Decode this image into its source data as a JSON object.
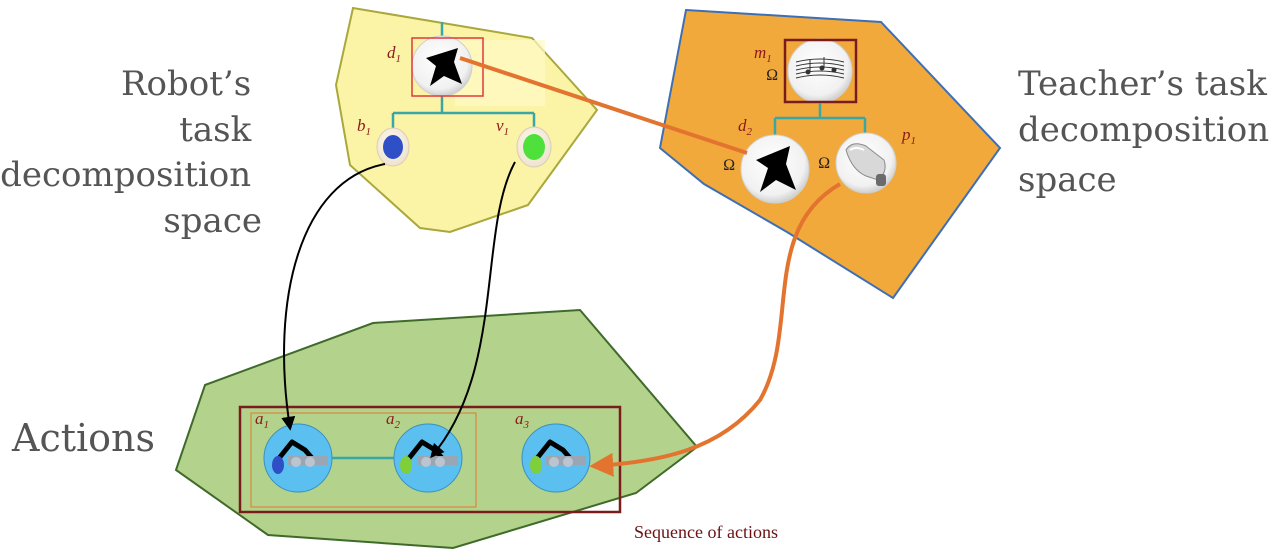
{
  "labels": {
    "robot_space": [
      "Robot’s",
      "task",
      "decomposition",
      "space"
    ],
    "teacher_space": [
      "Teacher’s task",
      "decomposition",
      "space"
    ],
    "actions": "Actions",
    "sequence_caption": "Sequence of actions"
  },
  "nodes": {
    "d1": {
      "letter": "d",
      "sub": "1",
      "icon": "black-shape-icon"
    },
    "b1": {
      "letter": "b",
      "sub": "1",
      "icon": "blue-dot-icon"
    },
    "v1": {
      "letter": "v",
      "sub": "1",
      "icon": "green-dot-icon"
    },
    "m1": {
      "letter": "m",
      "sub": "1",
      "icon": "sheet-music-icon"
    },
    "d2": {
      "letter": "d",
      "sub": "2",
      "icon": "black-shape-icon"
    },
    "p1": {
      "letter": "p",
      "sub": "1",
      "icon": "bottle-icon"
    },
    "a1": {
      "letter": "a",
      "sub": "1",
      "icon": "robot-arm-icon"
    },
    "a2": {
      "letter": "a",
      "sub": "2",
      "icon": "robot-arm-icon"
    },
    "a3": {
      "letter": "a",
      "sub": "3",
      "icon": "robot-arm-icon"
    }
  },
  "colors": {
    "robot_region": "#fbf3a6",
    "robot_region_border": "#a9a83c",
    "teacher_region": "#f2a93b",
    "teacher_region_border": "#3d6fb5",
    "actions_region": "#b3d38c",
    "actions_region_border": "#3f6a2a",
    "action_node": "#5bc0f0",
    "link_line": "#3aa6a6",
    "orange_arrow": "#e3742f",
    "sequence_box": "#7a1c1c",
    "highlight_box": "#e0393e",
    "label_text": "#8b1a1a"
  }
}
